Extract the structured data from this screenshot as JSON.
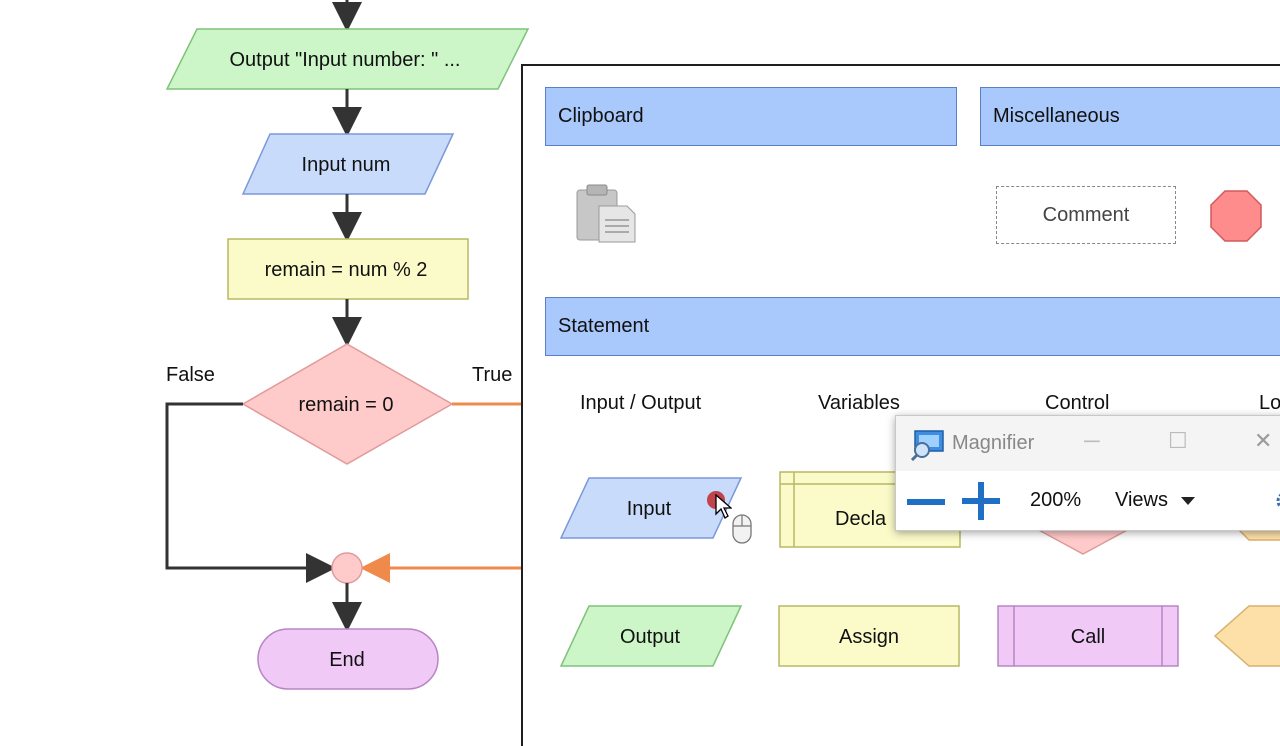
{
  "flowchart": {
    "output_node": "Output \"Input number: \" ...",
    "input_node": "Input num",
    "assign_node": "remain = num % 2",
    "decision_node": "remain = 0",
    "false_label": "False",
    "true_label": "True",
    "end_node": "End"
  },
  "palette": {
    "sections": {
      "clipboard": "Clipboard",
      "miscellaneous": "Miscellaneous",
      "statement": "Statement"
    },
    "misc_items": {
      "comment": "Comment"
    },
    "categories": {
      "input_output": "Input / Output",
      "variables": "Variables",
      "control": "Control",
      "partial": "Lo"
    },
    "shapes": {
      "input": "Input",
      "declare": "Decla",
      "output": "Output",
      "assign": "Assign",
      "call": "Call"
    }
  },
  "magnifier": {
    "title": "Magnifier",
    "zoom_level": "200%",
    "views_label": "Views",
    "minimize_symbol": "─",
    "maximize_symbol": "☐",
    "close_symbol": "✕"
  },
  "colors": {
    "io": "#c9dbfb",
    "output": "#ccf5c8",
    "process": "#fbfbc9",
    "decision": "#ffcaca",
    "terminal": "#f0c9f7",
    "header": "#a9c8fb",
    "true_edge": "#f08a4b",
    "false_edge": "#333333"
  }
}
